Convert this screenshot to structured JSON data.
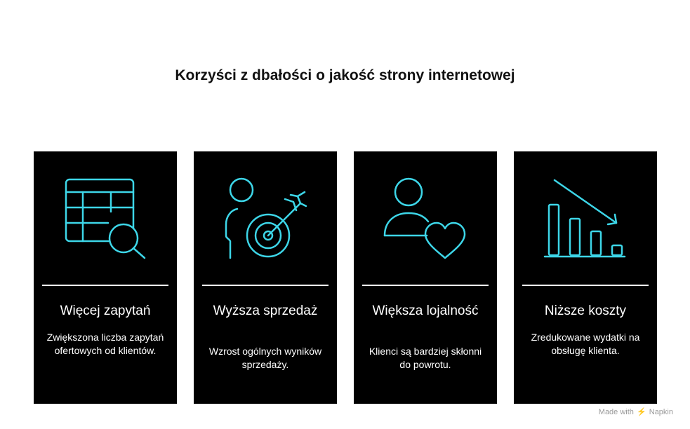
{
  "title": "Korzyści z dbałości o jakość strony internetowej",
  "accent_color": "#3dd6e8",
  "cards": [
    {
      "icon": "table-search-icon",
      "title": "Więcej zapytań",
      "description": "Zwiększona liczba zapytań ofertowych od klientów."
    },
    {
      "icon": "person-target-icon",
      "title": "Wyższa sprzedaż",
      "description": "Wzrost ogólnych wyników sprzedaży."
    },
    {
      "icon": "person-heart-icon",
      "title": "Większa lojalność",
      "description": "Klienci są bardziej skłonni do powrotu."
    },
    {
      "icon": "declining-bars-icon",
      "title": "Niższe koszty",
      "description": "Zredukowane wydatki na obsługę klienta."
    }
  ],
  "footer": {
    "made_with": "Made with",
    "brand": "Napkin"
  }
}
